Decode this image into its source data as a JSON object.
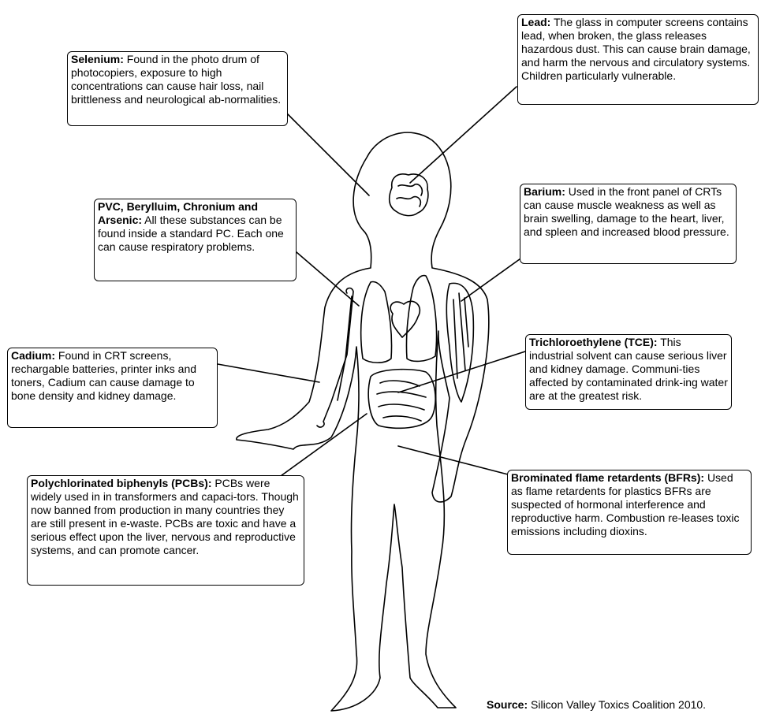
{
  "callouts": {
    "lead": {
      "title": "Lead:",
      "text": "The glass in computer screens contains lead, when broken, the glass releases hazardous dust. This can cause brain damage, and harm the nervous and circulatory systems. Children particularly vulnerable."
    },
    "selenium": {
      "title": "Selenium:",
      "text": "Found in the photo drum of photocopiers, exposure to high concentrations can cause hair loss, nail brittleness and neurological ab-normalities."
    },
    "pvc": {
      "title": "PVC, Berylluim, Chronium and Arsenic:",
      "text": "All these substances can be found inside a standard PC. Each one can cause respiratory problems."
    },
    "barium": {
      "title": "Barium:",
      "text": "Used in the front panel of CRTs can cause muscle weakness as well as brain swelling, damage to the heart, liver, and spleen and increased blood pressure."
    },
    "tce": {
      "title": "Trichloroethylene (TCE):",
      "text": "This industrial solvent can cause serious liver and kidney damage. Communi-ties affected by contaminated drink-ing water are at the greatest risk."
    },
    "cadium": {
      "title": "Cadium:",
      "text": "Found in CRT screens, rechargable batteries, printer inks and toners, Cadium can cause damage to bone density and kidney damage."
    },
    "pcbs": {
      "title": "Polychlorinated biphenyls (PCBs):",
      "text": "PCBs were widely used in in transformers and capaci-tors. Though now banned from production in many countries they are still present in e-waste. PCBs are toxic and have a serious effect upon the liver, nervous and reproductive systems, and can promote cancer."
    },
    "bfrs": {
      "title": "Brominated flame retardents (BFRs):",
      "text": "Used as flame retardents for plastics BFRs are suspected of hormonal interference and reproductive harm. Combustion re-leases toxic emissions including dioxins."
    }
  },
  "source": {
    "label": "Source:",
    "text": "Silicon Valley Toxics Coalition 2010."
  }
}
